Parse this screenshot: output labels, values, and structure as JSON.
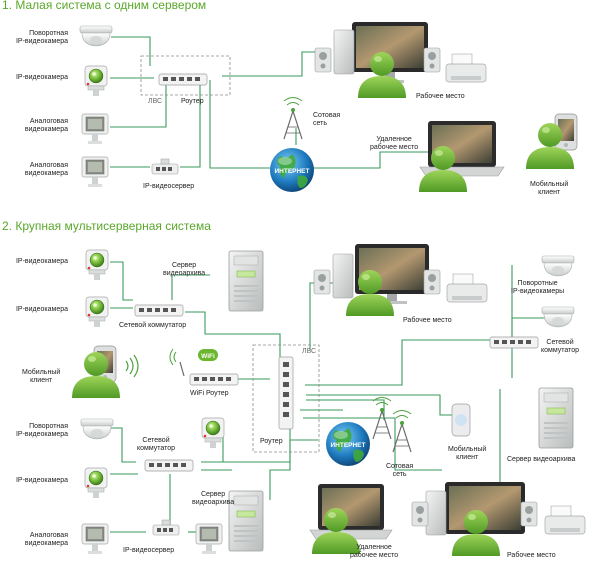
{
  "section1": {
    "title": "1. Малая система с одним сервером",
    "labels": {
      "ptz_camera": "Поворотная\nIP-видеокамера",
      "ip_camera": "IP-видеокамера",
      "analog_camera_1": "Аналоговая\nвидеокамера",
      "analog_camera_2": "Аналоговая\nвидеокамера",
      "lan": "ЛВС",
      "router": "Роутер",
      "ip_videoserver": "IP-видеосервер",
      "cellular": "Сотовая\nсеть",
      "internet": "ИНТЕРНЕТ",
      "workstation": "Рабочее место",
      "remote_workstation": "Удаленное\nрабочее место",
      "mobile_client": "Мобильный\nклиент"
    }
  },
  "section2": {
    "title": "2. Крупная мультисерверная система",
    "labels": {
      "ip_camera_1": "IP-видеокамера",
      "ip_camera_2": "IP-видеокамера",
      "switch_1": "Сетевой коммутатор",
      "archive_server_1": "Сервер\nвидеоархива",
      "workstation": "Рабочее место",
      "ptz_cameras": "Поворотные\nIP-видеокамеры",
      "switch_right": "Сетевой\nкоммутатор",
      "mobile_client_left": "Мобильный\nклиент",
      "wifi": "WiFi",
      "wifi_router": "WiFi Роутер",
      "lan": "ЛВС",
      "router": "Роутер",
      "ptz_camera": "Поворотная\nIP-видеокамера",
      "switch_2": "Сетевой\nкоммутатор",
      "ip_camera_3": "IP-видеокамера",
      "archive_server_2": "Сервер\nвидеоархива",
      "analog_camera": "Аналоговая\nвидеокамера",
      "ip_videoserver": "IP-видеосервер",
      "internet": "ИНТЕРНЕТ",
      "cellular": "Сотовая\nсеть",
      "mobile_client_right": "Мобильный\nклиент",
      "archive_server_right": "Сервер видеоархива",
      "remote_workstation": "Удаленное\nрабочее место",
      "workstation_2": "Рабочее место"
    }
  },
  "colors": {
    "title_green": "#5aa72b",
    "line_green": "#3a9a5c",
    "person_green": "#7ac143",
    "dashed_gray": "#8a8a8a"
  }
}
